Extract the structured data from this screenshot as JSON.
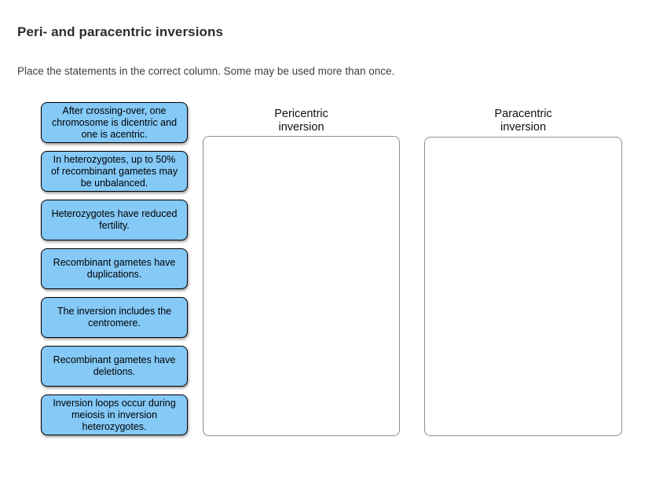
{
  "page": {
    "title": "Peri- and paracentric inversions",
    "instructions": "Place the statements in the correct column. Some may be used more than once."
  },
  "cards": [
    {
      "label": "After crossing-over, one chromosome is dicentric and one is acentric."
    },
    {
      "label": "In heterozygotes, up to 50% of recombinant gametes may be unbalanced."
    },
    {
      "label": "Heterozygotes have reduced fertility."
    },
    {
      "label": "Recombinant gametes have duplications."
    },
    {
      "label": "The inversion includes the centromere."
    },
    {
      "label": "Recombinant gametes have deletions."
    },
    {
      "label": "Inversion loops occur during meiosis in inversion heterozygotes."
    }
  ],
  "columns": [
    {
      "header": "Pericentric inversion"
    },
    {
      "header": "Paracentric inversion"
    }
  ],
  "colors": {
    "card_fill": "#85C9F7",
    "card_border": "#000000",
    "dropzone_border": "#8F8F8F",
    "title_text": "#2D2D2D",
    "body_text": "#3E3E3E",
    "header_text": "#111111"
  }
}
